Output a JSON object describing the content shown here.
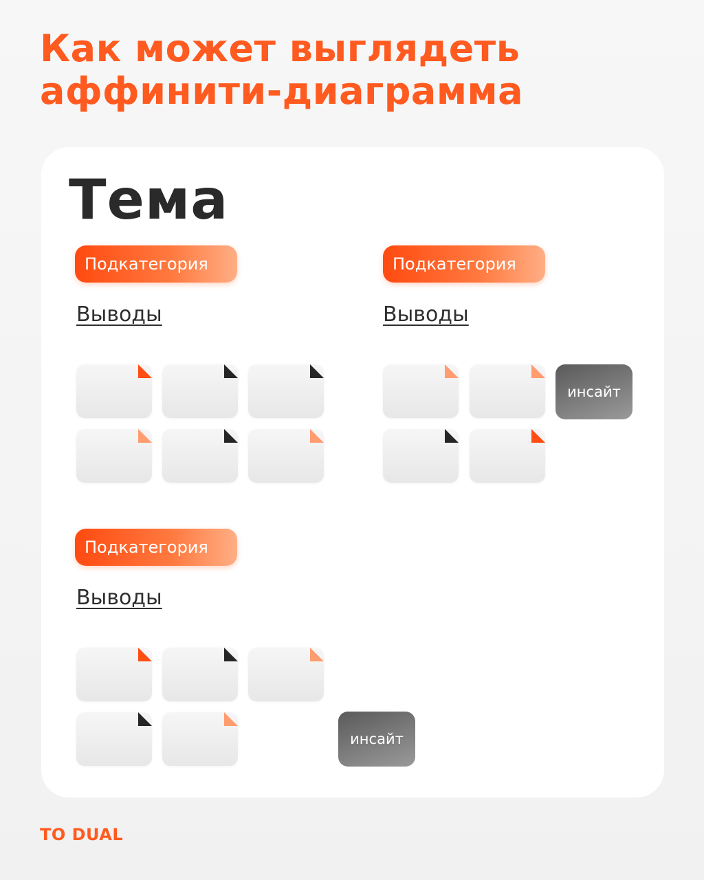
{
  "header": {
    "title_line1": "Как может выглядеть",
    "title_line2": "аффинити-диаграмма"
  },
  "diagram": {
    "topic": "Тема",
    "groups": [
      {
        "subcategory": "Подкатегория",
        "conclusions": "Выводы",
        "notes": [
          "orange",
          "dark",
          "dark",
          "peach",
          "dark",
          "peach"
        ],
        "insight": null
      },
      {
        "subcategory": "Подкатегория",
        "conclusions": "Выводы",
        "notes": [
          "peach",
          "peach",
          "dark",
          "orange"
        ],
        "insight": "инсайт"
      },
      {
        "subcategory": "Подкатегория",
        "conclusions": "Выводы",
        "notes": [
          "orange",
          "dark",
          "peach",
          "dark",
          "peach"
        ],
        "insight": "инсайт"
      }
    ]
  },
  "colors": {
    "accent": "#ff5a1f",
    "fold_orange": "#ff4d14",
    "fold_dark": "#262626",
    "fold_peach": "#ff9c70"
  },
  "footer": {
    "brand": "TO DUAL"
  }
}
